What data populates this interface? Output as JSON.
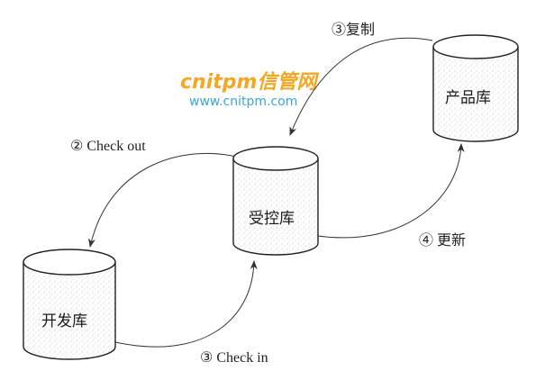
{
  "watermark": {
    "brand": "cnitpm信管网",
    "url": "www.cnitpm.com",
    "colors": {
      "brand": "#f5a623",
      "url": "#3aa7d8"
    }
  },
  "databases": {
    "dev": {
      "label": "开发库"
    },
    "controlled": {
      "label": "受控库"
    },
    "product": {
      "label": "产品库"
    }
  },
  "edges": {
    "checkout": {
      "label": "② Check out"
    },
    "checkin": {
      "label": "③ Check in"
    },
    "copy": {
      "label": "③复制"
    },
    "update": {
      "label": "④ 更新"
    }
  },
  "colors": {
    "stroke": "#222222",
    "arrow": "#333333"
  }
}
